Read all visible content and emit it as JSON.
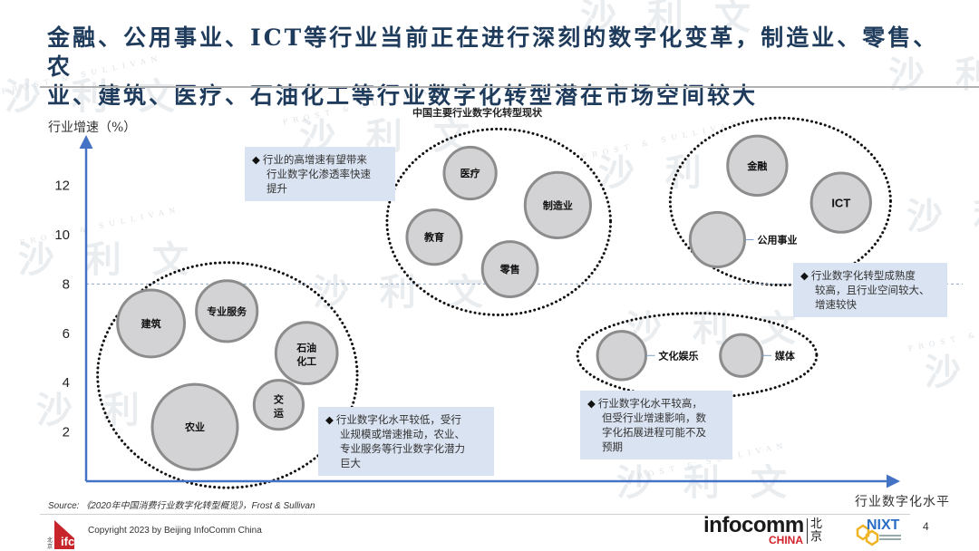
{
  "slide": {
    "title_line1": "金融、公用事业、ICT等行业当前正在进行深刻的数字化变革，制造业、零售、农",
    "title_line2": "业、建筑、医疗、石油化工等行业数字化转型潜在市场空间较大",
    "page_number": "4"
  },
  "watermark": {
    "text": "沙 利 文",
    "subtext": "FROST & SULLIVAN"
  },
  "chart_data": {
    "type": "scatter",
    "title": "中国主要行业数字化转型现状",
    "xlabel": "行业数字化水平",
    "ylabel": "行业增速（%）",
    "ylim": [
      0,
      14
    ],
    "xlim": [
      0,
      100
    ],
    "yticks": [
      2,
      4,
      6,
      8,
      10,
      12
    ],
    "x_ticks_shown": false,
    "grid": false,
    "reference_line": {
      "axis": "y",
      "value": 8,
      "style": "dashed",
      "color": "#8fa6c8"
    },
    "bubble_size_meaning": "relative market space (qualitative)",
    "points": [
      {
        "name": "农业",
        "x": 12.5,
        "y": 2.2,
        "size": 100
      },
      {
        "name": "建筑",
        "x": 7,
        "y": 6.4,
        "size": 55
      },
      {
        "name": "专业服务",
        "x": 16.5,
        "y": 6.9,
        "size": 43
      },
      {
        "name": "石油化工",
        "x": 26.5,
        "y": 5.2,
        "size": 44
      },
      {
        "name": "交运",
        "x": 23,
        "y": 3.1,
        "size": 24
      },
      {
        "name": "医疗",
        "x": 47,
        "y": 12.5,
        "size": 28
      },
      {
        "name": "制造业",
        "x": 58,
        "y": 11.2,
        "size": 52
      },
      {
        "name": "教育",
        "x": 42.5,
        "y": 9.9,
        "size": 32
      },
      {
        "name": "零售",
        "x": 52,
        "y": 8.6,
        "size": 33
      },
      {
        "name": "金融",
        "x": 83,
        "y": 12.8,
        "size": 40
      },
      {
        "name": "ICT",
        "x": 93.5,
        "y": 11.3,
        "size": 40
      },
      {
        "name": "公用事业",
        "x": 78,
        "y": 9.8,
        "size": 32,
        "label_side": "right"
      },
      {
        "name": "文化娱乐",
        "x": 66,
        "y": 5.1,
        "size": 23,
        "label_side": "right"
      },
      {
        "name": "媒体",
        "x": 81,
        "y": 5.1,
        "size": 15,
        "label_side": "right"
      }
    ],
    "clusters": [
      {
        "name": "low-digitalization-cluster",
        "members": [
          "农业",
          "建筑",
          "专业服务",
          "石油化工",
          "交运"
        ]
      },
      {
        "name": "high-growth-cluster",
        "members": [
          "医疗",
          "制造业",
          "教育",
          "零售"
        ]
      },
      {
        "name": "mature-cluster",
        "members": [
          "金融",
          "ICT",
          "公用事业"
        ]
      },
      {
        "name": "high-digital-low-growth-cluster",
        "members": [
          "文化娱乐",
          "媒体"
        ]
      }
    ],
    "annotations": [
      {
        "id": "high-growth",
        "text": "行业的高增速有望带来行业数字化渗透率快速提升"
      },
      {
        "id": "mature",
        "text": "行业数字化转型成熟度较高，且行业空间较大、增速较快"
      },
      {
        "id": "low-digital",
        "text": "行业数字化水平较低，受行业规模或增速推动，农业、专业服务等行业数字化潜力巨大"
      },
      {
        "id": "high-digital-low-growth",
        "text": "行业数字化水平较高，但受行业增速影响，数字化拓展进程可能不及预期"
      }
    ],
    "colors": {
      "bubble_fill": "#d3d3d5",
      "bubble_stroke": "#8c8c8c",
      "axis": "#4472c4",
      "cluster_outline": "#111111",
      "callout_bg": "#dae3f1"
    }
  },
  "callouts": {
    "high_growth": [
      "行业的高增速有望带来",
      "行业数字化渗透率快速",
      "提升"
    ],
    "mature": [
      "行业数字化转型成熟度",
      "较高，且行业空间较大、",
      "增速较快"
    ],
    "low_digital": [
      "行业数字化水平较低，受行",
      "业规模或增速推动，农业、",
      "专业服务等行业数字化潜力",
      "巨大"
    ],
    "high_digital": [
      "行业数字化水平较高，",
      "但受行业增速影响，数",
      "字化拓展进程可能不及",
      "预期"
    ],
    "bullet": "◆"
  },
  "footer": {
    "source": "Source: 《2020年中国消费行业数字化转型概览》，Frost & Sullivan",
    "copyright": "Copyright 2023 by Beijing InfoComm China",
    "ifc_logo_text": "ifc",
    "infocomm_logo": "infocomm",
    "infocomm_china": "CHINA",
    "beijing_chars": "北京",
    "nixt_logo": "NIXT"
  }
}
